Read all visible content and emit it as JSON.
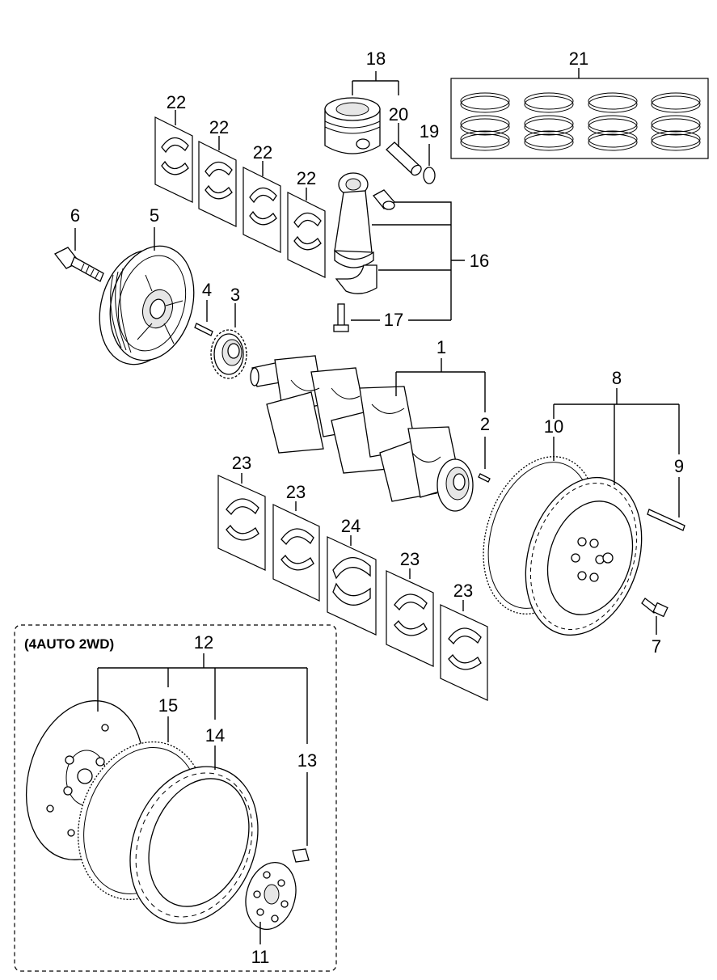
{
  "callouts": {
    "c1": "1",
    "c2": "2",
    "c3": "3",
    "c4": "4",
    "c5": "5",
    "c6": "6",
    "c7": "7",
    "c8": "8",
    "c9": "9",
    "c10": "10",
    "c11": "11",
    "c12": "12",
    "c13": "13",
    "c14": "14",
    "c15": "15",
    "c16": "16",
    "c17": "17",
    "c18": "18",
    "c19": "19",
    "c20": "20",
    "c21": "21",
    "c22a": "22",
    "c22b": "22",
    "c22c": "22",
    "c22d": "22",
    "c23a": "23",
    "c23b": "23",
    "c23c": "23",
    "c23d": "23",
    "c24": "24"
  },
  "variant_box": {
    "title": "(4AUTO 2WD)"
  }
}
